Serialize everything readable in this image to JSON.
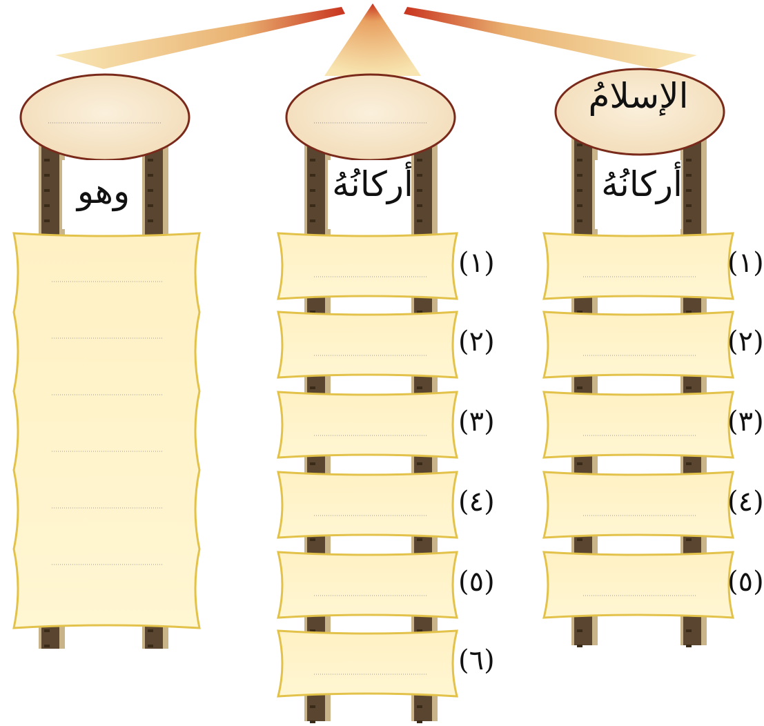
{
  "columns": [
    {
      "oval_text": "",
      "label": "وهو",
      "rows": [],
      "numbers": []
    },
    {
      "oval_text": "",
      "label": "أركانُهُ",
      "numbers": [
        "(١)",
        "(٢)",
        "(٣)",
        "(٤)",
        "(٥)",
        "(٦)"
      ]
    },
    {
      "oval_text": "الإسلامُ",
      "label": "أركانُهُ",
      "numbers": [
        "(١)",
        "(٢)",
        "(٣)",
        "(٤)",
        "(٥)"
      ]
    }
  ],
  "colors": {
    "oval_fill": "#f2dcb8",
    "oval_stroke": "#7a2a1a",
    "scroll_fill": "#fff6d2",
    "scroll_stroke": "#e2c24a",
    "pole_dark": "#5a4630",
    "pole_light": "#c9b48a",
    "beam_red": "#c8341f",
    "beam_yellow": "#f7e2a8"
  }
}
